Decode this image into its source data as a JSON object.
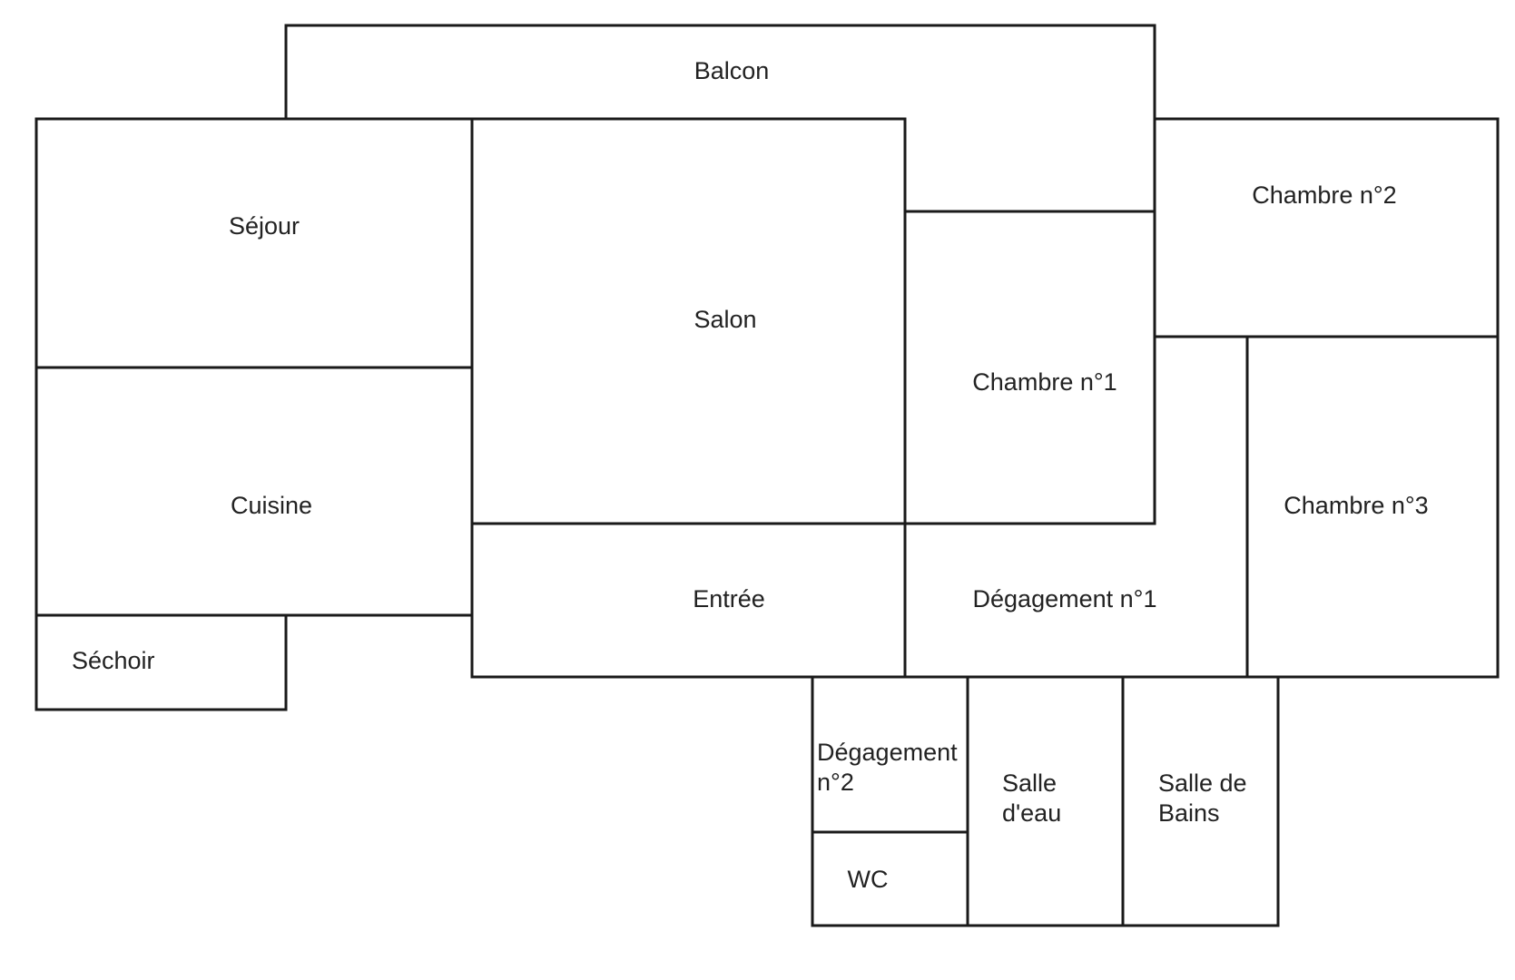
{
  "colors": {
    "wall": "#1a1a1a",
    "text": "#222222",
    "background": "#ffffff"
  },
  "rooms": {
    "balcon": "Balcon",
    "sejour": "Séjour",
    "salon": "Salon",
    "chambre1": "Chambre n°1",
    "chambre2": "Chambre n°2",
    "chambre3": "Chambre n°3",
    "cuisine": "Cuisine",
    "entree": "Entrée",
    "degagement1": "Dégagement n°1",
    "sechoir": "Séchoir",
    "degagement2": [
      "Dégagement",
      "n°2"
    ],
    "wc": "WC",
    "salle_eau": [
      "Salle",
      "d'eau"
    ],
    "salle_bains": [
      "Salle de",
      "Bains"
    ]
  }
}
